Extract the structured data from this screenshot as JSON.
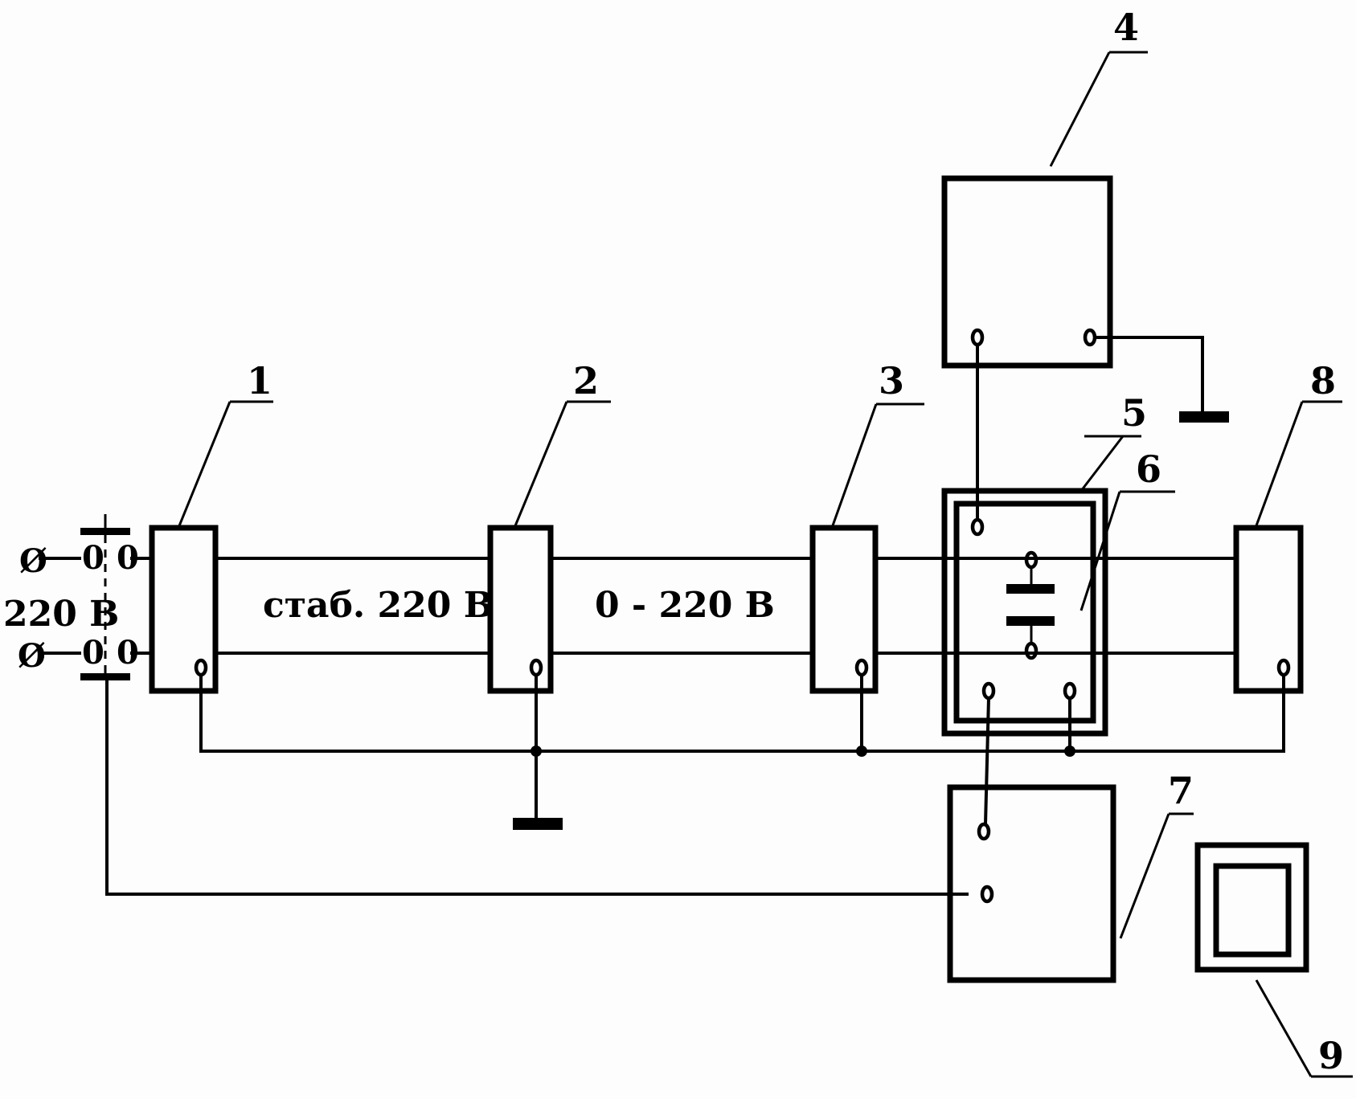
{
  "diagram": {
    "input": {
      "voltage_label": "220 B",
      "terminal_glyph": "0",
      "phase_marks": [
        "Ø",
        "Ø"
      ]
    },
    "wire_labels": {
      "stab": "стаб. 220 В",
      "adjustable": "0 - 220 B"
    },
    "blocks": {
      "b1": "1",
      "b2": "2",
      "b3": "3",
      "b4": "4",
      "b5": "5",
      "b6": "6",
      "b7": "7",
      "b8": "8",
      "b9": "9"
    }
  }
}
